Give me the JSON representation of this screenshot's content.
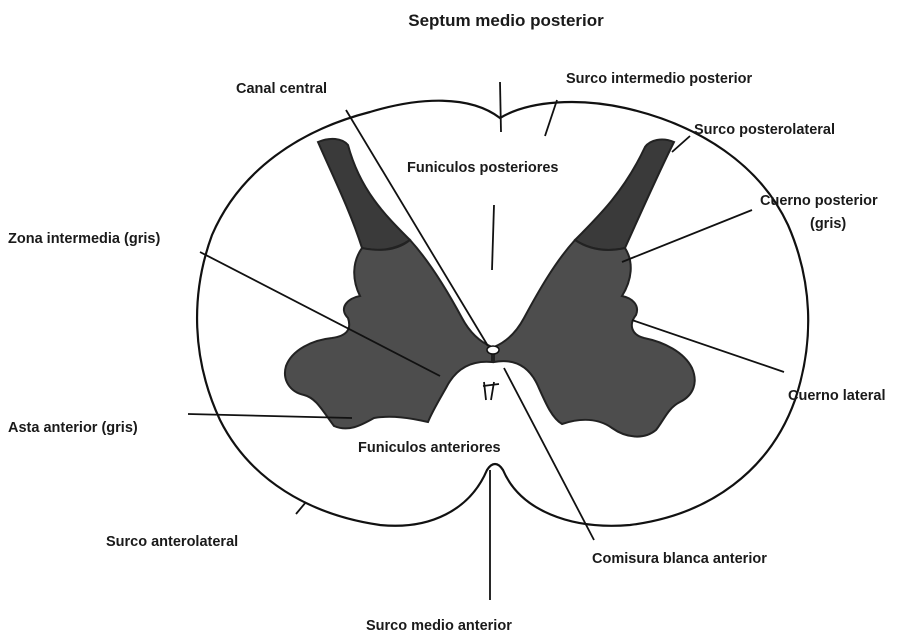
{
  "labels": {
    "septum_medio_posterior": "Septum medio posterior",
    "canal_central": "Canal central",
    "surco_intermedio_posterior": "Surco intermedio posterior",
    "surco_posterolateral": "Surco posterolateral",
    "funiculos_posteriores": "Funiculos posteriores",
    "cuerno_posterior_line1": "Cuerno posterior",
    "cuerno_posterior_line2": "(gris)",
    "zona_intermedia": "Zona intermedia (gris)",
    "cuerno_lateral": "Cuerno lateral",
    "asta_anterior": "Asta anterior (gris)",
    "funiculos_anteriores": "Funiculos anteriores",
    "surco_anterolateral": "Surco anterolateral",
    "comisura_blanca_anterior": "Comisura blanca anterior",
    "surco_medio_anterior": "Surco medio anterior"
  },
  "colors": {
    "gray_matter": "#4d4d4d",
    "gray_matter_dark": "#3a3a3a",
    "white_matter": "#ffffff",
    "outline": "#111111"
  }
}
